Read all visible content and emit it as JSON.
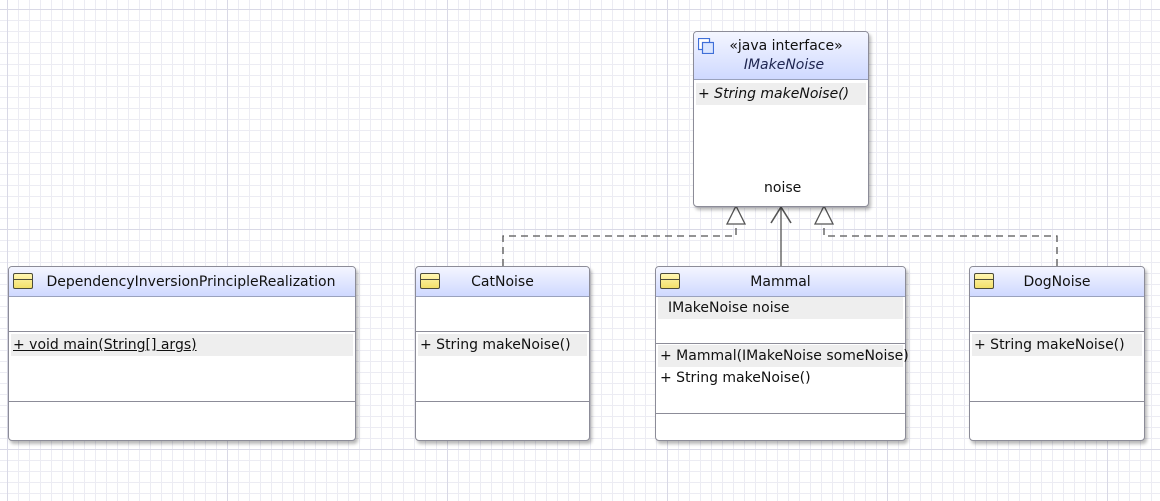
{
  "interface": {
    "stereotype": "«java interface»",
    "name": "IMakeNoise",
    "operation": "+ String makeNoise()"
  },
  "classes": {
    "dependency_inversion": {
      "name": "DependencyInversionPrincipleRealization",
      "operation": "+ void main(String[] args)"
    },
    "cat_noise": {
      "name": "CatNoise",
      "operation": "+ String makeNoise()"
    },
    "mammal": {
      "name": "Mammal",
      "attribute": "IMakeNoise noise",
      "constructor": "+ Mammal(IMakeNoise someNoise)",
      "operation": "+ String makeNoise()"
    },
    "dog_noise": {
      "name": "DogNoise",
      "operation": "+ String makeNoise()"
    }
  },
  "associations": {
    "mammal_noise_role": "noise"
  },
  "colors": {
    "header_top": "#f4f6ff",
    "header_bottom": "#cfd9ff",
    "class_icon": "#f3e06a",
    "interface_icon": "#3f6fd8",
    "border": "#8c8c98",
    "connector": "#555555"
  }
}
